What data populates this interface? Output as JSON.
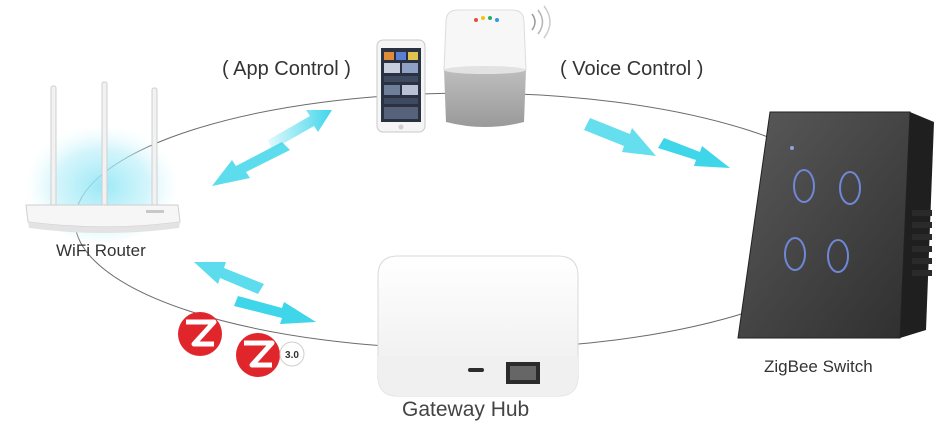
{
  "labels": {
    "app_control": "( App Control )",
    "voice_control": "( Voice Control )",
    "wifi_router": "WiFi Router",
    "zigbee_switch": "ZigBee Switch",
    "gateway_hub": "Gateway Hub",
    "zigbee_version": "3.0"
  },
  "colors": {
    "arrow": "#3fd6ea",
    "circle": "#6b6b6b",
    "zigbee_red": "#e0262b",
    "switch_glass": "#4a4a4a",
    "touch_ring": "#6f87d6"
  },
  "icons": [
    "router-icon",
    "phone-icon",
    "smart-speaker-icon",
    "zigbee-switch-icon",
    "gateway-hub-icon",
    "zigbee-logo-icon"
  ]
}
